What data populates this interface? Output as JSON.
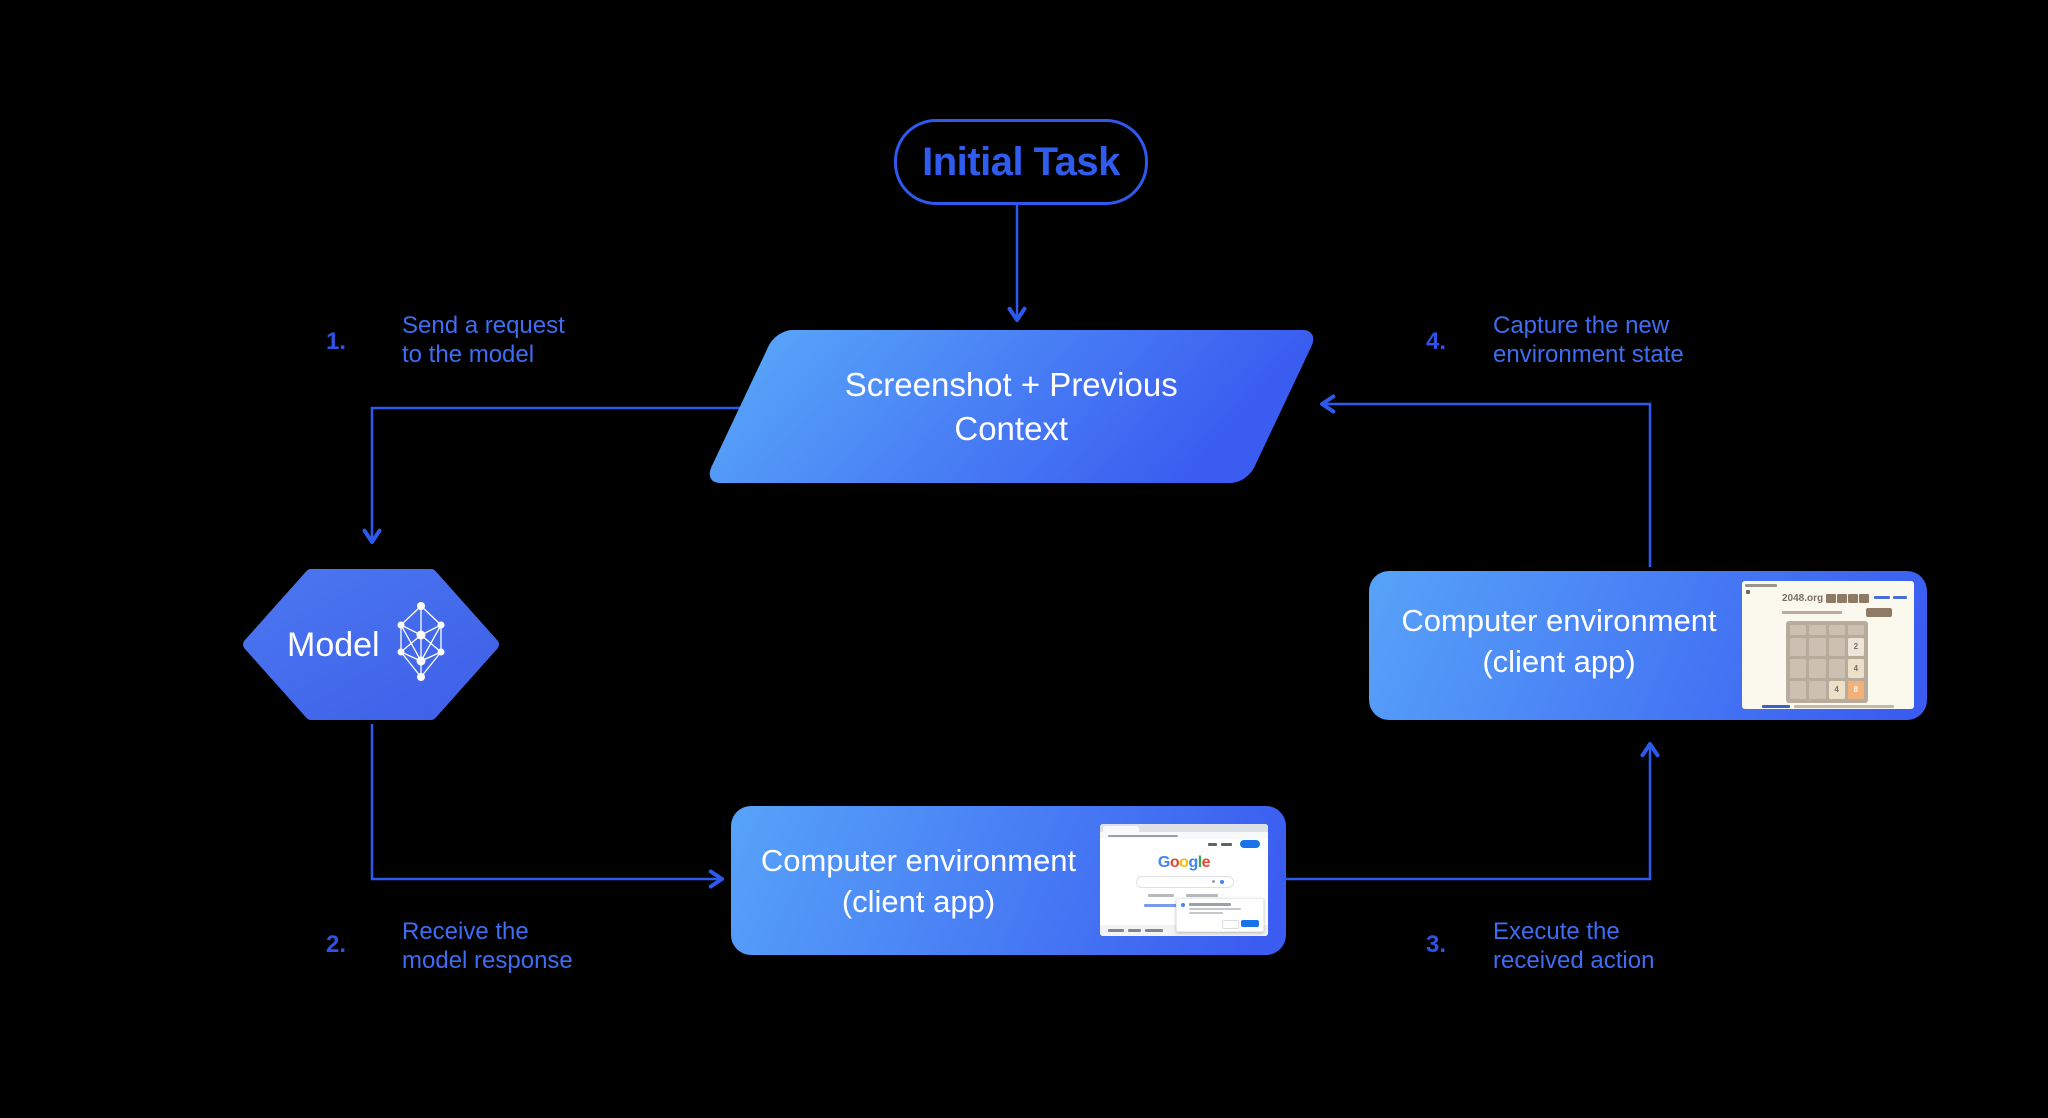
{
  "colors": {
    "background": "#000000",
    "accent_blue": "#2d5aed",
    "label_blue": "#3e6cf3",
    "step_number_blue": "#2d53e8",
    "node_gradient_light": "#57a3f9",
    "node_gradient_dark": "#3a5cf0",
    "hexagon_blue": "#4568ea",
    "node_text": "#ffffff",
    "google_blue": "#1a73e8",
    "tile_orange": "#f2b179",
    "game_board": "#b9ab9c"
  },
  "nodes": {
    "initial_task": {
      "label": "Initial Task"
    },
    "context": {
      "line1": "Screenshot + Previous",
      "line2": "Context"
    },
    "model": {
      "label": "Model"
    },
    "env_right": {
      "line1": "Computer environment",
      "line2": "(client app)"
    },
    "env_bottom": {
      "line1": "Computer environment",
      "line2": "(client app)"
    }
  },
  "steps": [
    {
      "num": "1.",
      "line1": "Send a request",
      "line2": "to the model"
    },
    {
      "num": "2.",
      "line1": "Receive the",
      "line2": "model response"
    },
    {
      "num": "3.",
      "line1": "Execute the",
      "line2": "received action"
    },
    {
      "num": "4.",
      "line1": "Capture the new",
      "line2": "environment state"
    }
  ],
  "screenshots": {
    "game": {
      "site": "2048.org",
      "tile_top": "2",
      "tile_mid": "4",
      "tile_left": "4",
      "tile_corner": "8"
    },
    "google": {
      "letters": [
        "G",
        "o",
        "o",
        "g",
        "l",
        "e"
      ]
    }
  }
}
